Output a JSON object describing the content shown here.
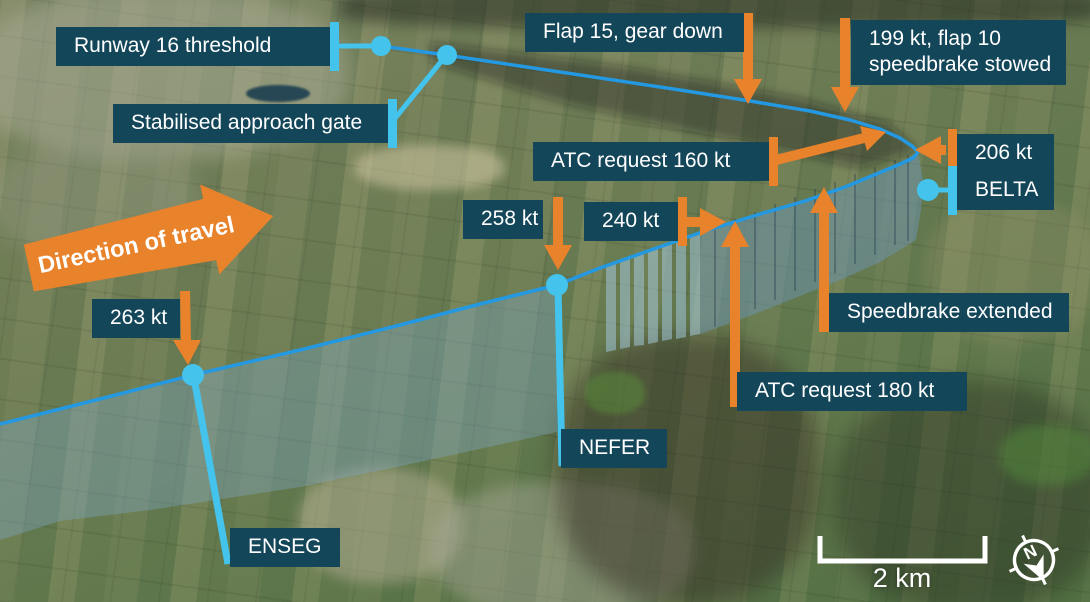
{
  "figure": {
    "description": "Annotated oblique satellite map of an aircraft approach flight path with altitude curtain",
    "scale_bar": {
      "label": "2 km"
    },
    "compass": {
      "letter": "N"
    }
  },
  "labels": {
    "runway_threshold": "Runway 16 threshold",
    "approach_gate": "Stabilised approach gate",
    "flap15": "Flap 15, gear down",
    "flap10_line1": "199 kt, flap 10",
    "flap10_line2": "speedbrake stowed",
    "atc160": "ATC request 160 kt",
    "kt206": "206 kt",
    "belta": "BELTA",
    "kt258": "258 kt",
    "kt240": "240 kt",
    "speedbrake_extended": "Speedbrake extended",
    "atc180": "ATC request 180 kt",
    "kt263": "263 kt",
    "nefer": "NEFER",
    "enseg": "ENSEG",
    "direction_of_travel": "Direction of travel",
    "scale": "2 km",
    "compass_north": "N"
  },
  "waypoints": [
    "BELTA",
    "NEFER",
    "ENSEG"
  ],
  "colors": {
    "label_box": "#14465A",
    "accent_cyan": "#44C3EC",
    "path_blue": "#2498E0",
    "arrow_orange": "#E8822B",
    "text": "#FFFFFF",
    "curtain": "rgba(125,168,196,0.4)"
  },
  "icons": {
    "compass": "compass-rose-icon",
    "scale": "scale-bar-bracket",
    "waypoint": "waypoint-dot"
  }
}
